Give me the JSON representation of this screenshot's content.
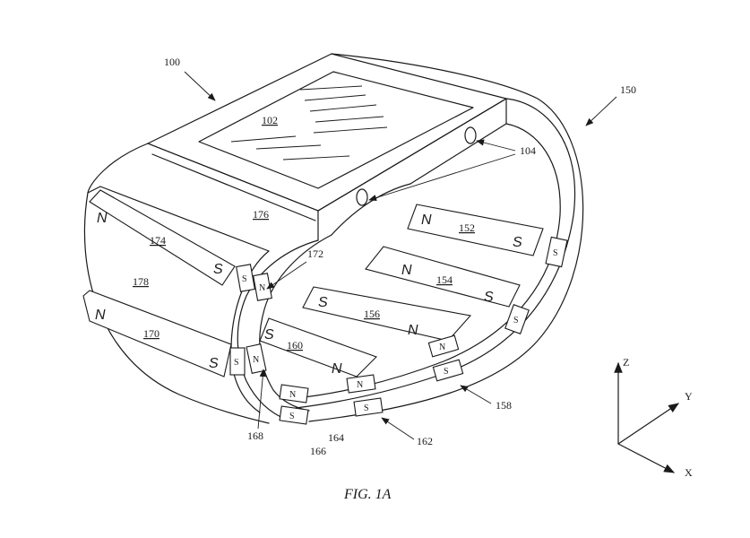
{
  "caption": "FIG. 1A",
  "refs": {
    "r100": "100",
    "r102": "102",
    "r104": "104",
    "r150": "150",
    "r152": "152",
    "r154": "154",
    "r156": "156",
    "r158": "158",
    "r160": "160",
    "r162": "162",
    "r164": "164",
    "r166": "166",
    "r168": "168",
    "r170": "170",
    "r172": "172",
    "r174": "174",
    "r176": "176",
    "r178": "178"
  },
  "poles": {
    "north": "N",
    "south": "S"
  },
  "axes": {
    "z": "Z",
    "y": "Y",
    "x": "X"
  }
}
